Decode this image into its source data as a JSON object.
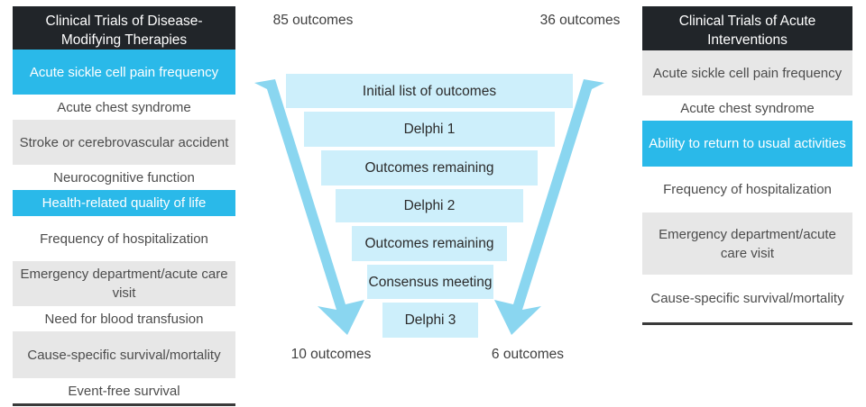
{
  "left_table": {
    "header": "Clinical Trials of Disease-Modifying Therapies",
    "rows": [
      {
        "label": "Acute sickle cell pain frequency",
        "shade": "blue"
      },
      {
        "label": "Acute chest syndrome",
        "shade": "white"
      },
      {
        "label": "Stroke or cerebrovascular accident",
        "shade": "gray"
      },
      {
        "label": "Neurocognitive function",
        "shade": "white"
      },
      {
        "label": "Health-related quality of life",
        "shade": "blue"
      },
      {
        "label": "Frequency of hospitalization",
        "shade": "white"
      },
      {
        "label": "Emergency department/acute care visit",
        "shade": "gray"
      },
      {
        "label": "Need for blood transfusion",
        "shade": "white"
      },
      {
        "label": "Cause-specific survival/mortality",
        "shade": "gray"
      },
      {
        "label": "Event-free survival",
        "shade": "white"
      }
    ]
  },
  "right_table": {
    "header": "Clinical Trials of Acute Interventions",
    "rows": [
      {
        "label": "Acute sickle cell pain frequency",
        "shade": "gray"
      },
      {
        "label": "Acute chest syndrome",
        "shade": "white"
      },
      {
        "label": "Ability to return to usual activities",
        "shade": "blue"
      },
      {
        "label": "Frequency of hospitalization",
        "shade": "white"
      },
      {
        "label": "Emergency department/acute care visit",
        "shade": "gray"
      },
      {
        "label": "Cause-specific survival/mortality",
        "shade": "white"
      }
    ]
  },
  "funnel": {
    "stages": [
      {
        "label": "Initial list of outcomes"
      },
      {
        "label": "Delphi 1"
      },
      {
        "label": "Outcomes remaining"
      },
      {
        "label": "Delphi 2"
      },
      {
        "label": "Outcomes remaining"
      },
      {
        "label": "Consensus meeting"
      },
      {
        "label": "Delphi 3"
      }
    ]
  },
  "counts": {
    "top_left": "85 outcomes",
    "top_right": "36 outcomes",
    "bottom_left": "10 outcomes",
    "bottom_right": "6 outcomes"
  },
  "colors": {
    "header_dark": "#212529",
    "highlight_blue": "#2ab9e9",
    "row_gray": "#e7e7e7",
    "funnel_bar": "#cdeffb",
    "arrow_blue": "#8ad6f0"
  }
}
